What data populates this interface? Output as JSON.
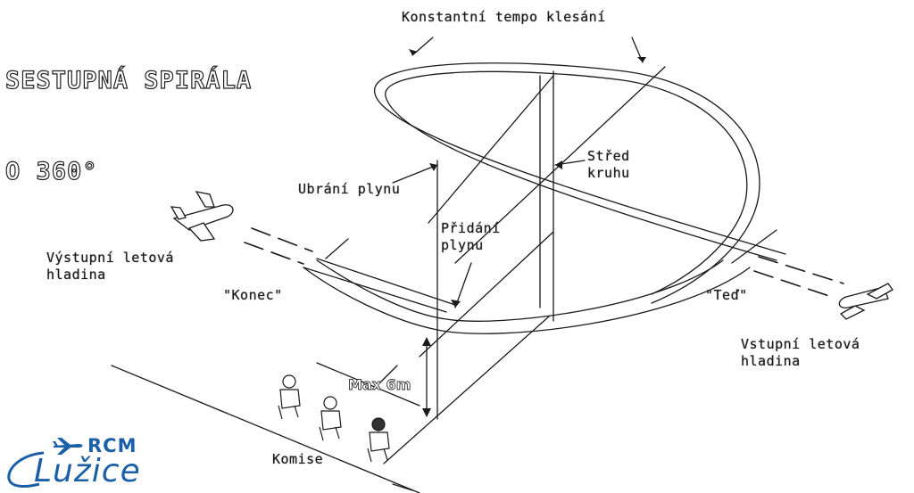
{
  "title": {
    "line1": "SESTUPNÁ SPIRÁLA",
    "line2": "O 360°"
  },
  "labels": {
    "constant_rate": "Konstantní tempo klesání",
    "center": "Střed\nkruhu",
    "throttle_down": "Ubrání plynu",
    "throttle_up": "Přidání\nplynu",
    "exit_level": "Výstupní letová\nhladina",
    "end": "\"Konec\"",
    "now": "\"Teď\"",
    "entry_level": "Vstupní letová\nhladina",
    "max_height": "Max 6m",
    "judges": "Komise"
  },
  "logo": {
    "brand": "RCM",
    "name": "Lužice",
    "color": "#1a5fa8",
    "icon": "airplane-icon"
  },
  "colors": {
    "line": "#1a1a1a",
    "background": "#ffffff"
  }
}
